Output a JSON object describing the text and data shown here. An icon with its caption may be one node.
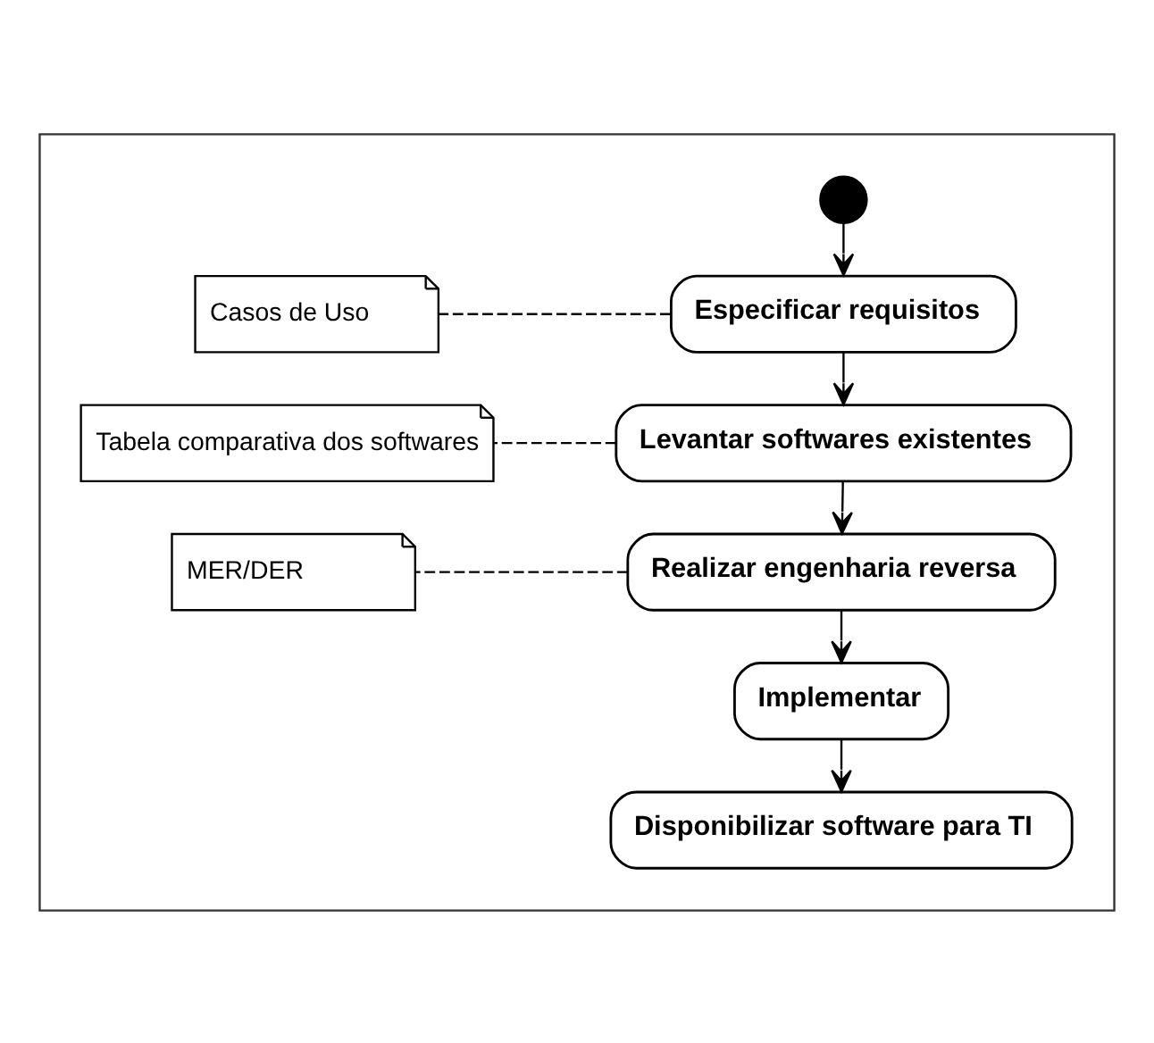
{
  "diagram": {
    "nodes": [
      {
        "text": [],
        "shape": "box"
      },
      {
        "text": [],
        "shape": "circle",
        "in": 0
      },
      {
        "text": [
          "Especificar requisitos"
        ],
        "in": 0
      },
      {
        "text": [
          "Levantar softwares existentes"
        ],
        "in": 0
      },
      {
        "text": [
          "Realizar engenharia reversa"
        ],
        "in": 0
      },
      {
        "text": [
          "Implementar"
        ],
        "in": 0
      },
      {
        "text": [
          "Disponibilizar software para TI"
        ],
        "in": 0
      },
      {
        "text": [
          "Casos de Uso"
        ],
        "in": 0
      },
      {
        "text": [
          "Tabela comparativa dos softwares"
        ],
        "in": 0
      },
      {
        "text": [
          "MER/DER"
        ],
        "in": 0
      }
    ],
    "edges": [
      {
        "from": 1,
        "to": 2,
        "arrow": "to"
      },
      {
        "from": 2,
        "to": 3,
        "arrow": "to"
      },
      {
        "from": 3,
        "to": 4,
        "arrow": "to"
      },
      {
        "from": 4,
        "to": 5,
        "arrow": "to"
      },
      {
        "from": 5,
        "to": 6,
        "arrow": "to"
      },
      {
        "from": 2,
        "to": 7,
        "arrow": "none",
        "style": "dashed"
      },
      {
        "from": 3,
        "to": 8,
        "arrow": "none",
        "style": "dashed"
      },
      {
        "from": 4,
        "to": 9,
        "arrow": "none",
        "style": "dashed"
      }
    ]
  }
}
